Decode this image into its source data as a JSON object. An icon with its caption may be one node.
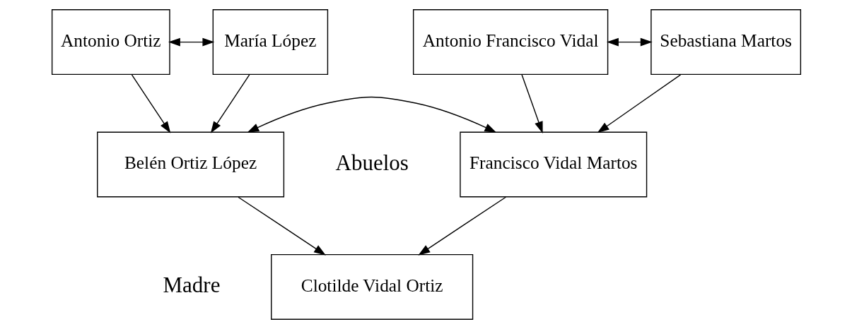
{
  "diagram": {
    "nodes": [
      {
        "text": [
          "Antonio Francisco Vidal"
        ]
      },
      {
        "text": [
          "Sebastiana Martos"
        ]
      },
      {
        "text": [
          "Antonio Ortiz"
        ]
      },
      {
        "text": [
          "María López"
        ]
      },
      {
        "text": [
          "Francisco Vidal Martos"
        ]
      },
      {
        "text": [
          "Belén Ortiz López"
        ]
      },
      {
        "text": [
          "Clotilde Vidal Ortiz"
        ]
      }
    ],
    "edges": [
      {
        "from": 0,
        "to": 1,
        "arrow": "both"
      },
      {
        "from": 0,
        "to": 4,
        "arrow": "to"
      },
      {
        "from": 1,
        "to": 4,
        "arrow": "to"
      },
      {
        "from": 2,
        "to": 3,
        "arrow": "both"
      },
      {
        "from": 2,
        "to": 5,
        "arrow": "to"
      },
      {
        "from": 3,
        "to": 5,
        "arrow": "to"
      },
      {
        "from": 4,
        "to": 5,
        "arrow": "both"
      },
      {
        "from": 4,
        "to": 6,
        "arrow": "to"
      },
      {
        "from": 5,
        "to": 6,
        "arrow": "to"
      }
    ],
    "labels": [
      "Abuelos",
      "Madre"
    ]
  }
}
